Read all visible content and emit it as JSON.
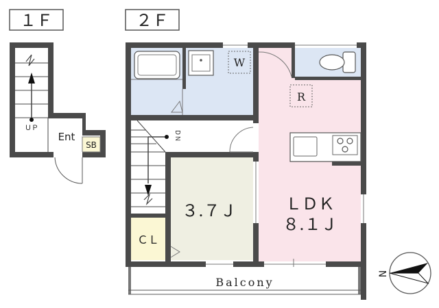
{
  "floors": {
    "first": {
      "label": "１Ｆ"
    },
    "second": {
      "label": "２Ｆ"
    }
  },
  "rooms": {
    "entrance": "Ent",
    "shoe_box": "SB",
    "up": "ＵＰ",
    "washer": "W",
    "refrigerator": "R",
    "down": "ＤＮ",
    "western_room": "３.７Ｊ",
    "ldk_name": "ＬＤＫ",
    "ldk_size": "８.１Ｊ",
    "closet": "ＣＬ",
    "balcony": "Balcony"
  },
  "compass": {
    "label": "N"
  },
  "colors": {
    "wall": "#4a4a4a",
    "wet_area": "#dce6f4",
    "ldk": "#fae4ea",
    "western": "#efefe2",
    "closet": "#fbf7d4",
    "label_border": "#555555"
  }
}
